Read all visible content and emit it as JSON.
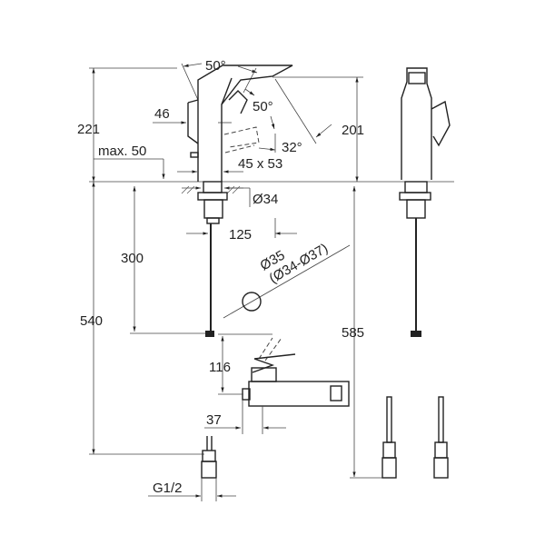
{
  "drawing": {
    "dimensions": {
      "angle_top": "50°",
      "angle_lever": "50°",
      "angle_spout": "32°",
      "height_total": "221",
      "height_spout": "201",
      "lever_offset": "46",
      "max_deck": "max. 50",
      "base_size": "45 x 53",
      "hole_diameter": "Ø34",
      "projection": "125",
      "hose_length": "300",
      "hole_diameter_alt": "Ø35",
      "hole_range": "(Ø34-Ø37)",
      "total_length": "540",
      "total_length_side": "585",
      "mixer_height": "116",
      "mixer_offset": "37",
      "thread": "G1/2"
    }
  }
}
